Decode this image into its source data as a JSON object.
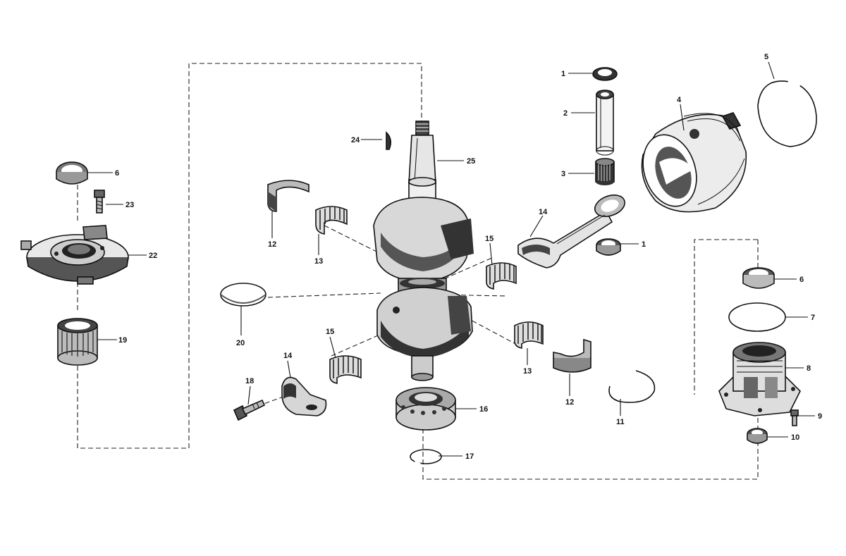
{
  "diagram": {
    "parts": [
      {
        "id": "seal-top",
        "callout": "1"
      },
      {
        "id": "piston-pin",
        "callout": "2"
      },
      {
        "id": "pin-bearing",
        "callout": "3"
      },
      {
        "id": "piston",
        "callout": "4"
      },
      {
        "id": "piston-ring",
        "callout": "5"
      },
      {
        "id": "upper-seal",
        "callout": "6"
      },
      {
        "id": "oring-upper",
        "callout": "6"
      },
      {
        "id": "oring-lower",
        "callout": "7"
      },
      {
        "id": "lower-bearing-housing",
        "callout": "8"
      },
      {
        "id": "housing-screw",
        "callout": "9"
      },
      {
        "id": "lower-seal",
        "callout": "10"
      },
      {
        "id": "retaining-ring-right",
        "callout": "11"
      },
      {
        "id": "bearing-race-left",
        "callout": "12"
      },
      {
        "id": "bearing-race-right",
        "callout": "12"
      },
      {
        "id": "needle-cage-left",
        "callout": "13"
      },
      {
        "id": "needle-cage-right",
        "callout": "13"
      },
      {
        "id": "connecting-rod",
        "callout": "14"
      },
      {
        "id": "rod-cap",
        "callout": "14"
      },
      {
        "id": "needle-cage-upper",
        "callout": "15"
      },
      {
        "id": "needle-cage-lower",
        "callout": "15"
      },
      {
        "id": "ball-bearing",
        "callout": "16"
      },
      {
        "id": "retaining-ring-bottom",
        "callout": "17"
      },
      {
        "id": "rod-bolt",
        "callout": "18"
      },
      {
        "id": "needle-bearing-top",
        "callout": "19"
      },
      {
        "id": "center-seal-ring",
        "callout": "20"
      },
      {
        "id": "rod-seal",
        "callout": "1"
      },
      {
        "id": "upper-bearing-plate",
        "callout": "22"
      },
      {
        "id": "plate-screw",
        "callout": "23"
      },
      {
        "id": "woodruff-key",
        "callout": "24"
      },
      {
        "id": "crankshaft",
        "callout": "25"
      }
    ]
  }
}
